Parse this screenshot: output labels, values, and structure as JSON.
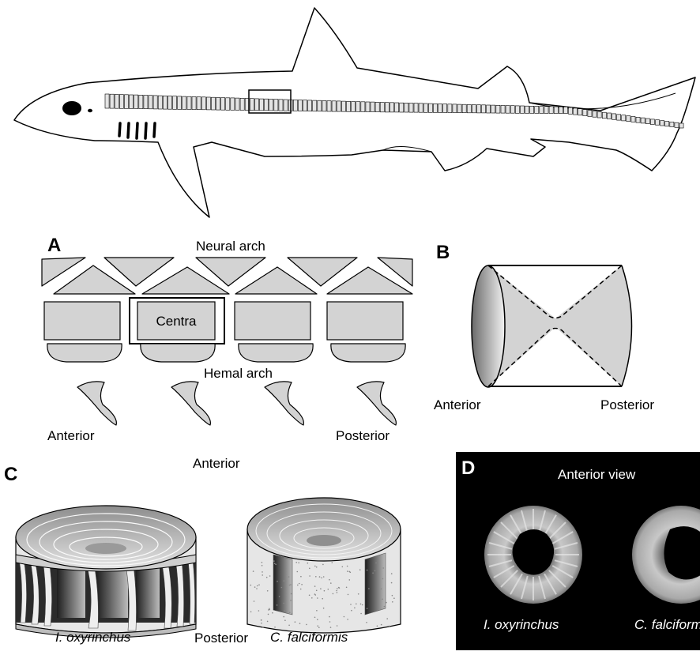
{
  "panels": {
    "a": "A",
    "b": "B",
    "c": "C",
    "d": "D"
  },
  "panel_a": {
    "neural_arch": "Neural arch",
    "centra": "Centra",
    "hemal_arch": "Hemal arch",
    "anterior": "Anterior",
    "posterior": "Posterior"
  },
  "panel_b": {
    "anterior": "Anterior",
    "posterior": "Posterior"
  },
  "panel_c": {
    "top_label": "Anterior",
    "bottom_label": "Posterior",
    "species_left": "I. oxyrinchus",
    "species_right": "C. falciformis"
  },
  "panel_d": {
    "title": "Anterior view",
    "species_left": "I. oxyrinchus",
    "species_right": "C. falciformis"
  },
  "colors": {
    "element_fill": "#d3d3d3",
    "outline": "#000000",
    "micro_background": "#000000"
  }
}
